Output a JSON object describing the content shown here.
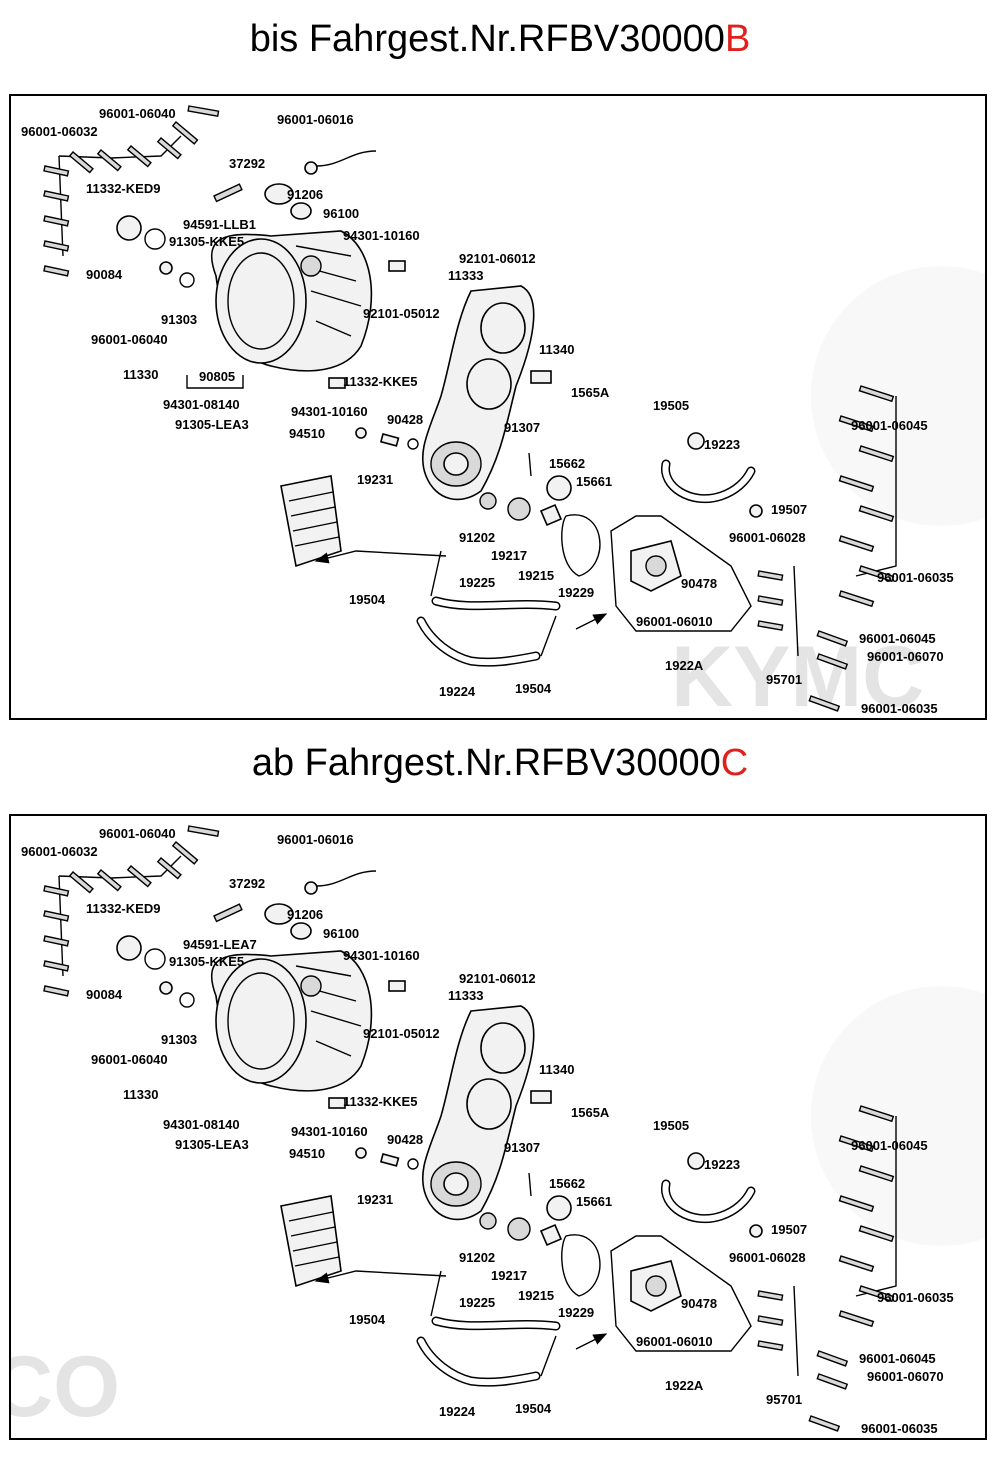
{
  "headings": {
    "top": {
      "prefix": "bis Fahrgest.Nr.RFBV30000",
      "suffix": "B"
    },
    "bottom": {
      "prefix": "ab Fahrgest.Nr.RFBV30000",
      "suffix": "C"
    }
  },
  "colors": {
    "suffix": "#e0201c",
    "border": "#000000",
    "watermark": "#ececec"
  },
  "watermark": {
    "top_text": "KYMC",
    "bottom_text": "CO"
  },
  "labels_top": {
    "l1": "96001-06040",
    "l2": "96001-06032",
    "l3": "96001-06016",
    "l4": "37292",
    "l5": "11332-KED9",
    "l6": "91206",
    "l7": "94591-LLB1",
    "l8": "96100",
    "l9": "91305-KKE5",
    "l10": "94301-10160",
    "l11": "92101-06012",
    "l12": "90084",
    "l13": "11333",
    "l14": "91303",
    "l15": "92101-05012",
    "l16": "96001-06040",
    "l17": "11340",
    "l18": "11330",
    "l19": "90805",
    "l20": "11332-KKE5",
    "l21": "1565A",
    "l22": "94301-08140",
    "l23": "94301-10160",
    "l24": "91305-LEA3",
    "l25": "90428",
    "l26": "91307",
    "l27": "19505",
    "l28": "94510",
    "l29": "96001-06045",
    "l30": "19223",
    "l31": "15662",
    "l32": "19231",
    "l33": "15661",
    "l34": "19507",
    "l35": "91202",
    "l36": "96001-06028",
    "l37": "19217",
    "l38": "19215",
    "l39": "90478",
    "l40": "96001-06035",
    "l41": "19225",
    "l42": "19504",
    "l43": "19229",
    "l44": "96001-06010",
    "l45": "96001-06045",
    "l46": "96001-06070",
    "l47": "1922A",
    "l48": "95701",
    "l49": "19224",
    "l50": "19504",
    "l51": "96001-06035"
  },
  "labels_bottom": {
    "l1": "96001-06040",
    "l2": "96001-06032",
    "l3": "96001-06016",
    "l4": "37292",
    "l5": "11332-KED9",
    "l6": "91206",
    "l7": "94591-LEA7",
    "l8": "96100",
    "l9": "91305-KKE5",
    "l10": "94301-10160",
    "l11": "92101-06012",
    "l12": "90084",
    "l13": "11333",
    "l14": "91303",
    "l15": "92101-05012",
    "l16": "96001-06040",
    "l17": "11340",
    "l18": "11330",
    "l20": "11332-KKE5",
    "l21": "1565A",
    "l22": "94301-08140",
    "l23": "94301-10160",
    "l24": "91305-LEA3",
    "l25": "90428",
    "l26": "91307",
    "l27": "19505",
    "l28": "94510",
    "l29": "96001-06045",
    "l30": "19223",
    "l31": "15662",
    "l32": "19231",
    "l33": "15661",
    "l34": "19507",
    "l35": "91202",
    "l36": "96001-06028",
    "l37": "19217",
    "l38": "19215",
    "l39": "90478",
    "l40": "96001-06035",
    "l41": "19225",
    "l42": "19504",
    "l43": "19229",
    "l44": "96001-06010",
    "l45": "96001-06045",
    "l46": "96001-06070",
    "l47": "1922A",
    "l48": "95701",
    "l49": "19224",
    "l50": "19504",
    "l51": "96001-06035"
  }
}
